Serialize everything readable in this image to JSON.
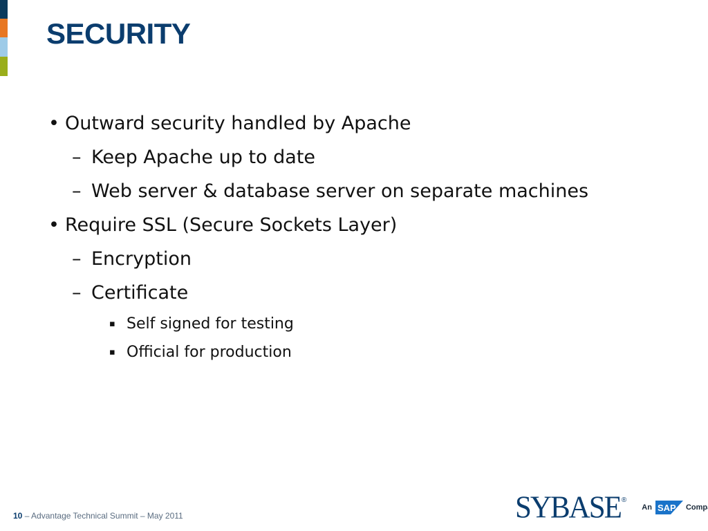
{
  "slide": {
    "title": "SECURITY",
    "bullets": [
      {
        "level": 1,
        "marker": "•",
        "text": "Outward security handled by Apache"
      },
      {
        "level": 2,
        "marker": "–",
        "text": "Keep Apache up to date"
      },
      {
        "level": 2,
        "marker": "–",
        "text": "Web server & database server on separate machines"
      },
      {
        "level": 1,
        "marker": "•",
        "text": "Require SSL (Secure Sockets Layer)"
      },
      {
        "level": 2,
        "marker": "–",
        "text": "Encryption"
      },
      {
        "level": 2,
        "marker": "–",
        "text": "Certificate"
      },
      {
        "level": 3,
        "marker": "▪",
        "text": "Self signed for testing"
      },
      {
        "level": 3,
        "marker": "▪",
        "text": "Official for production"
      }
    ]
  },
  "footer": {
    "page_number": "10",
    "text": " – Advantage Technical Summit – May 2011"
  },
  "logo": {
    "brand": "SYBASE",
    "registered": "®",
    "prefix": "An",
    "sap": "SAP",
    "suffix": "Company"
  },
  "colors": {
    "title": "#0b3d6e",
    "accent_navy": "#0b3a5c",
    "accent_orange": "#e87722",
    "accent_lightblue": "#9ecbe8",
    "accent_green": "#9aae1b",
    "sap_blue": "#1a73c9"
  }
}
